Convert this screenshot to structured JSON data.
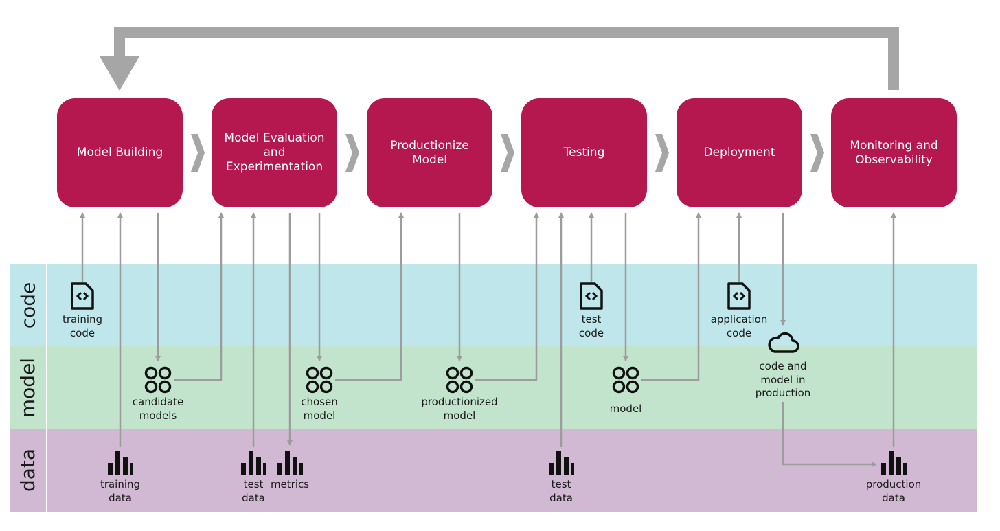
{
  "colors": {
    "stage": "#b5174f",
    "code_band": "#bfe6ea",
    "model_band": "#c2e4cc",
    "data_band": "#d2b9d3",
    "arrow": "#9c9c9c",
    "feedback": "#a6a6a6"
  },
  "bands": {
    "code": "code",
    "model": "model",
    "data": "data"
  },
  "stages": [
    {
      "label": "Model Building"
    },
    {
      "label": "Model Evaluation\nand\nExperimentation"
    },
    {
      "label": "Productionize\nModel"
    },
    {
      "label": "Testing"
    },
    {
      "label": "Deployment"
    },
    {
      "label": "Monitoring and\nObservability"
    }
  ],
  "artifacts": {
    "training_code": {
      "label": "training\ncode",
      "icon": "code-file-icon"
    },
    "test_code": {
      "label": "test\ncode",
      "icon": "code-file-icon"
    },
    "application_code": {
      "label": "application\ncode",
      "icon": "code-file-icon"
    },
    "candidate_models": {
      "label": "candidate\nmodels",
      "icon": "model-icon"
    },
    "chosen_model": {
      "label": "chosen\nmodel",
      "icon": "model-icon"
    },
    "productionized_model": {
      "label": "productionized\nmodel",
      "icon": "model-icon"
    },
    "model": {
      "label": "model",
      "icon": "model-icon"
    },
    "code_and_model_in_production": {
      "label": "code and\nmodel  in\nproduction",
      "icon": "cloud-icon"
    },
    "training_data": {
      "label": "training\ndata",
      "icon": "bar-chart-icon"
    },
    "test_data_1": {
      "label": "test\ndata",
      "icon": "bar-chart-icon"
    },
    "metrics": {
      "label": "metrics",
      "icon": "bar-chart-icon"
    },
    "test_data_2": {
      "label": "test\ndata",
      "icon": "bar-chart-icon"
    },
    "production_data": {
      "label": "production\ndata",
      "icon": "bar-chart-icon"
    }
  }
}
